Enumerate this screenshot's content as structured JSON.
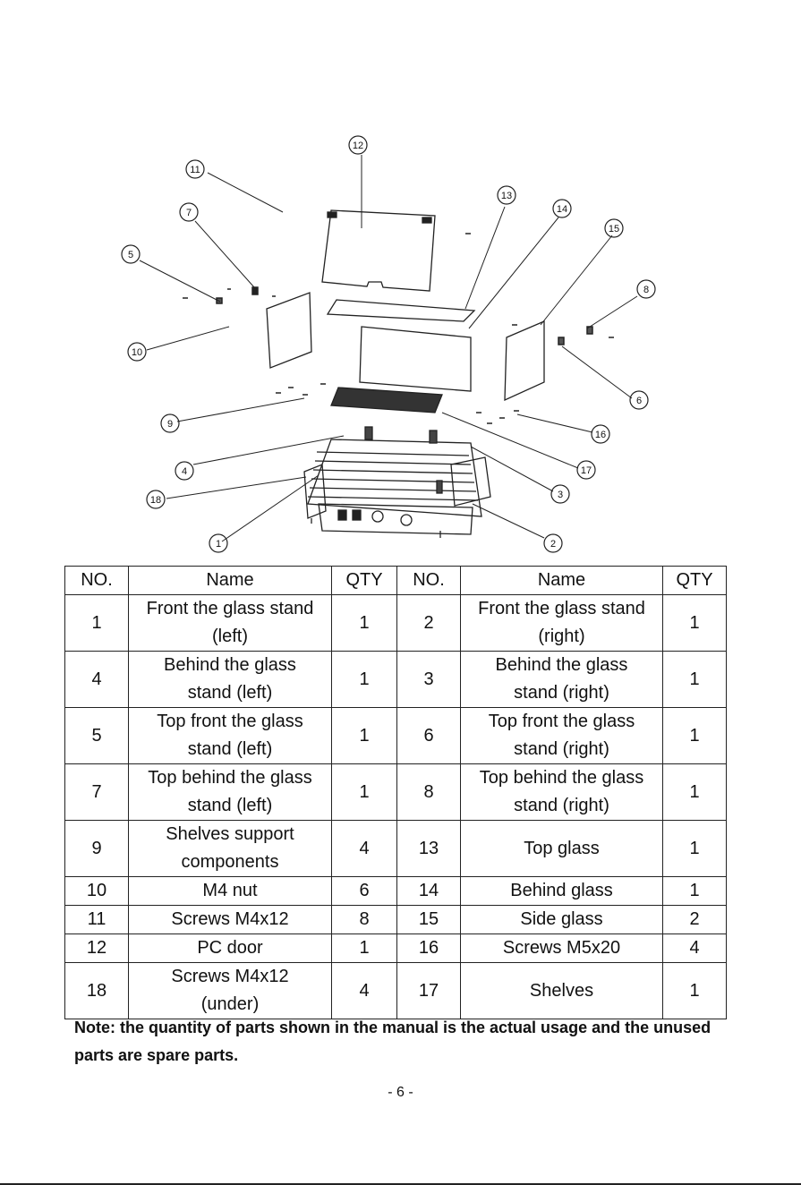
{
  "diagram": {
    "callouts": [
      "1",
      "2",
      "3",
      "4",
      "5",
      "6",
      "7",
      "8",
      "9",
      "10",
      "11",
      "12",
      "13",
      "14",
      "15",
      "16",
      "17",
      "18"
    ]
  },
  "table": {
    "headers": [
      "NO.",
      "Name",
      "QTY",
      "NO.",
      "Name",
      "QTY"
    ],
    "rows": [
      [
        "1",
        "Front the glass stand\n(left)",
        "1",
        "2",
        "Front the glass stand\n(right)",
        "1"
      ],
      [
        "4",
        "Behind the glass\nstand (left)",
        "1",
        "3",
        "Behind the glass\nstand    (right)",
        "1"
      ],
      [
        "5",
        "Top front the glass\nstand (left)",
        "1",
        "6",
        "Top front the glass\nstand (right)",
        "1"
      ],
      [
        "7",
        "Top behind the glass\nstand (left)",
        "1",
        "8",
        "Top behind the glass\nstand (right)",
        "1"
      ],
      [
        "9",
        "Shelves support\ncomponents",
        "4",
        "13",
        "Top glass",
        "1"
      ],
      [
        "10",
        "M4 nut",
        "6",
        "14",
        "Behind glass",
        "1"
      ],
      [
        "11",
        "Screws M4x12",
        "8",
        "15",
        "Side glass",
        "2"
      ],
      [
        "12",
        "PC door",
        "1",
        "16",
        "Screws M5x20",
        "4"
      ],
      [
        "18",
        "Screws M4x12\n(under)",
        "4",
        "17",
        "Shelves",
        "1"
      ]
    ]
  },
  "note": "Note: the quantity of parts shown in the manual is the actual usage and the unused parts are spare parts.",
  "page_number": "- 6 -"
}
